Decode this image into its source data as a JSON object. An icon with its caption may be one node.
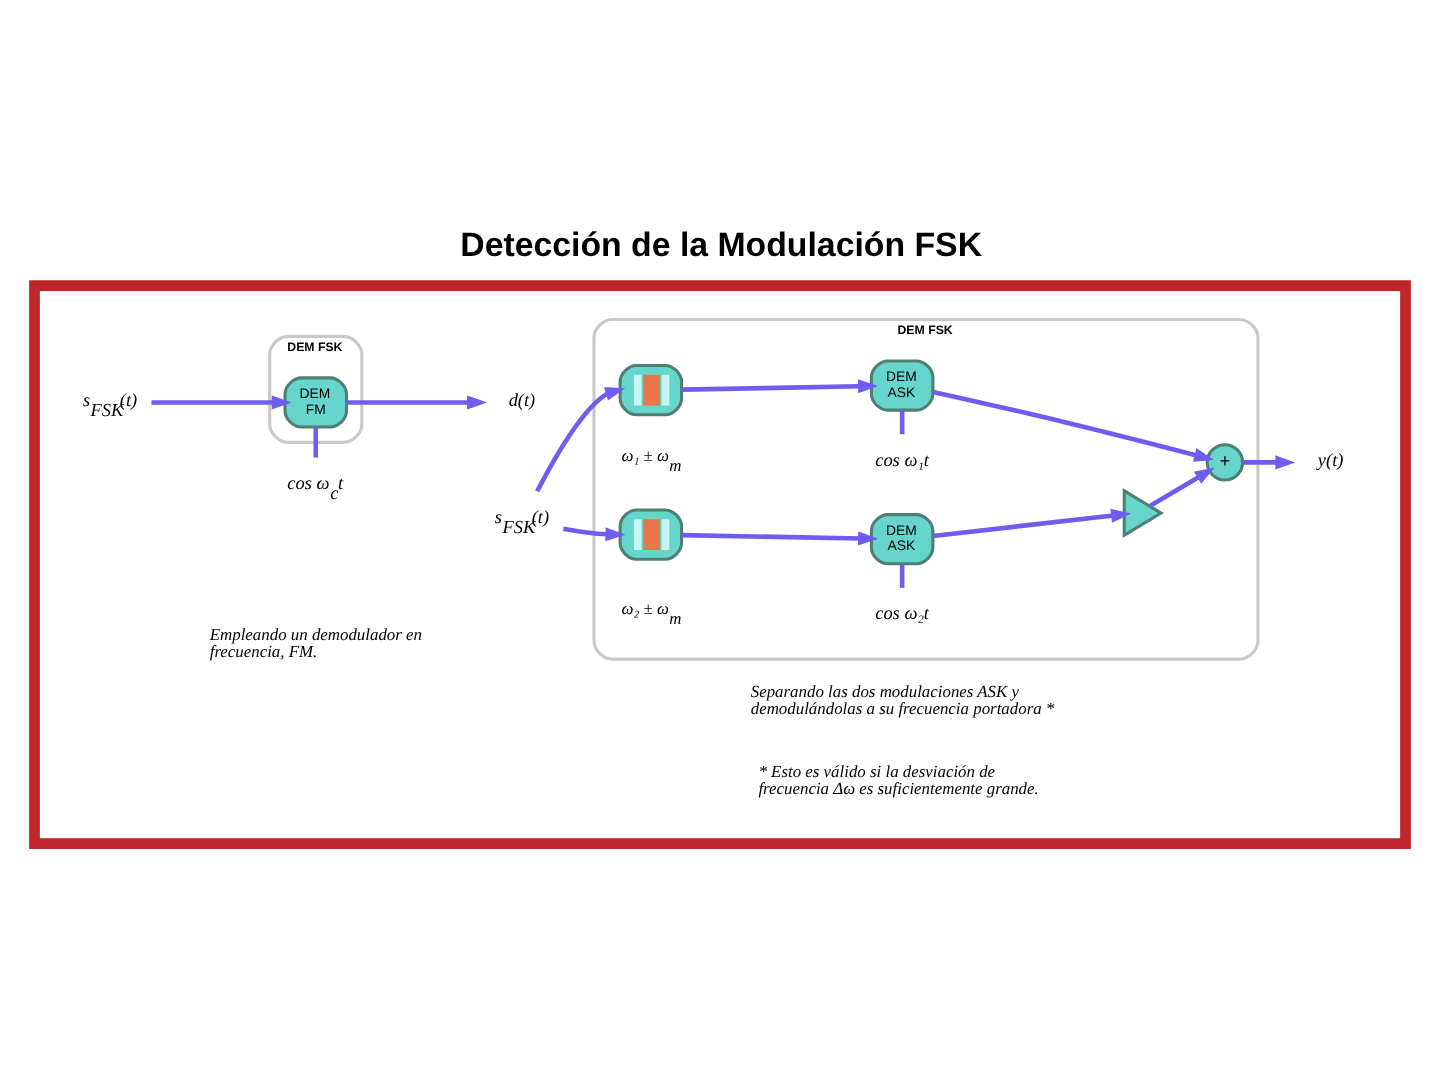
{
  "diagram": {
    "title": "Detección de la Modulación FSK",
    "nodes": [
      {
        "text": [],
        "shape": "box"
      },
      {
        "text": [
          "DEM FSK"
        ],
        "in": 0
      },
      {
        "text": [
          "DEM FM"
        ],
        "in": 1
      },
      {
        "text": [
          "s$_{FSK}$(t)"
        ],
        "in": 0
      },
      {
        "text": [
          "d(t)"
        ],
        "in": 0
      },
      {
        "text": [
          "cos ω$_{c}$t"
        ],
        "in": 0
      },
      {
        "text": [
          "DEM FSK"
        ],
        "in": 0
      },
      {
        "text": [
          "s$_{FSK}$(t)"
        ],
        "in": 0
      },
      {
        "text": [],
        "shape": "box",
        "in": 6,
        "beside": [
          "ω₁ ± ω$_{m}$"
        ]
      },
      {
        "text": [
          "DEM ASK"
        ],
        "in": 6
      },
      {
        "text": [
          "cos ω₁t"
        ],
        "in": 6
      },
      {
        "text": [],
        "shape": "box",
        "in": 6,
        "beside": [
          "ω₂ ± ω$_{m}$"
        ]
      },
      {
        "text": [
          "DEM ASK"
        ],
        "in": 6
      },
      {
        "text": [
          "cos ω₂t"
        ],
        "in": 6
      },
      {
        "text": [],
        "shape": "triangle",
        "in": 6
      },
      {
        "text": [
          "+"
        ],
        "in": 6
      },
      {
        "text": [
          "y(t)"
        ],
        "in": 0
      }
    ],
    "edges": [
      {
        "from": 3,
        "to": 2,
        "arrow": "to"
      },
      {
        "from": 2,
        "to": 4,
        "arrow": "to"
      },
      {
        "from": 5,
        "to": 2,
        "arrow": "none"
      },
      {
        "from": 7,
        "to": 8,
        "arrow": "to"
      },
      {
        "from": 7,
        "to": 11,
        "arrow": "to"
      },
      {
        "from": 8,
        "to": 9,
        "arrow": "to"
      },
      {
        "from": 10,
        "to": 9,
        "arrow": "none"
      },
      {
        "from": 9,
        "to": 15,
        "arrow": "to"
      },
      {
        "from": 11,
        "to": 12,
        "arrow": "to"
      },
      {
        "from": 13,
        "to": 12,
        "arrow": "none"
      },
      {
        "from": 12,
        "to": 14,
        "arrow": "to"
      },
      {
        "from": 14,
        "to": 15,
        "arrow": "to"
      },
      {
        "from": 15,
        "to": 16,
        "arrow": "to"
      }
    ],
    "labels": [
      "Empleando un demodulador en frecuencia, FM.",
      "Separando las dos modulaciones ASK y demodulándolas a su frecuencia portadora *",
      "* Esto es válido si la desviación de frecuencia Δω es suficientemente grande."
    ]
  }
}
